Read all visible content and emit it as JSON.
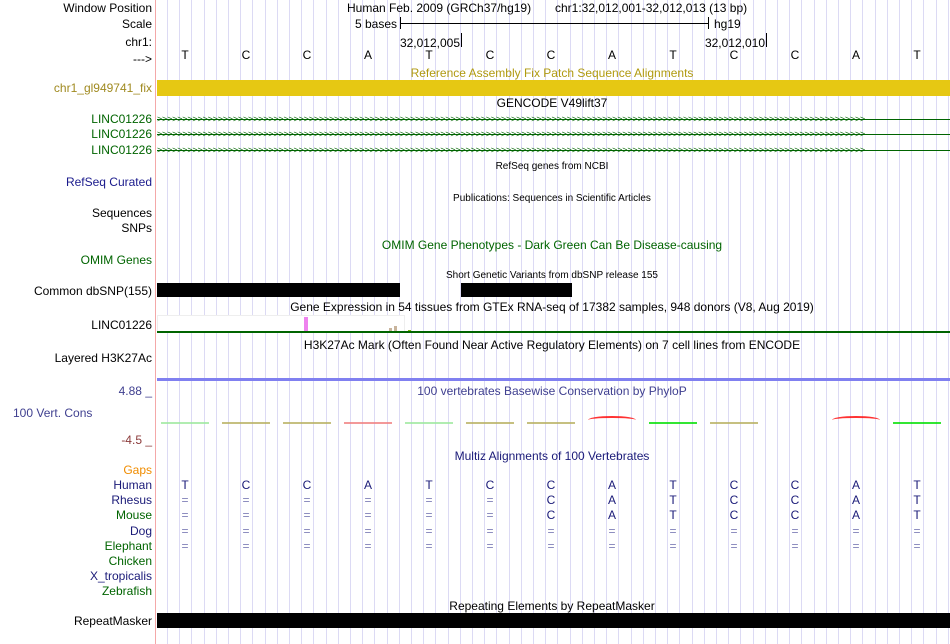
{
  "header": {
    "window_position_label": "Window Position",
    "assembly": "Human Feb. 2009 (GRCh37/hg19)",
    "position": "chr1:32,012,001-32,012,013 (13 bp)",
    "scale_label": "Scale",
    "scale_text": "5 bases",
    "scale_db": "hg19",
    "chrom_label": "chr1:",
    "coord_ticks": [
      "32,012,005",
      "32,012,010"
    ],
    "strand_label": "--->"
  },
  "sequence": [
    "T",
    "C",
    "C",
    "A",
    "T",
    "C",
    "C",
    "A",
    "T",
    "C",
    "C",
    "A",
    "T"
  ],
  "tracks": {
    "fix_patch": {
      "title": "Reference Assembly Fix Patch Sequence Alignments",
      "label": "chr1_gl949741_fix",
      "color": "#e6c813"
    },
    "gencode": {
      "title": "GENCODE V49lift37",
      "items": [
        "LINC01226",
        "LINC01226",
        "LINC01226"
      ]
    },
    "refseq": {
      "title": "RefSeq genes from NCBI",
      "label": "RefSeq Curated"
    },
    "publications": {
      "title": "Publications: Sequences in Scientific Articles",
      "label_1": "Sequences",
      "label_2": "SNPs"
    },
    "omim": {
      "title": "OMIM Gene Phenotypes - Dark Green Can Be Disease-causing",
      "label": "OMIM Genes"
    },
    "dbsnp": {
      "title": "Short Genetic Variants from dbSNP release 155",
      "label": "Common dbSNP(155)"
    },
    "gtex": {
      "title": "Gene Expression in 54 tissues from GTEx RNA-seq of 17382 samples, 948 donors (V8, Aug 2019)",
      "label": "LINC01226"
    },
    "h3k27ac": {
      "title": "H3K27Ac Mark (Often Found Near Active Regulatory Elements) on 7 cell lines from ENCODE",
      "label": "Layered H3K27Ac"
    },
    "phylop": {
      "title": "100 vertebrates Basewise Conservation by PhyloP",
      "label": "100 Vert. Cons",
      "max": "4.88 _",
      "min": "-4.5 _"
    },
    "multiz": {
      "title": "Multiz Alignments of 100 Vertebrates",
      "gaps_label": "Gaps",
      "species": [
        {
          "name": "Human",
          "color": "#1a1a78",
          "bases": [
            "T",
            "C",
            "C",
            "A",
            "T",
            "C",
            "C",
            "A",
            "T",
            "C",
            "C",
            "A",
            "T"
          ]
        },
        {
          "name": "Rhesus",
          "color": "#1a1a78",
          "bases": [
            "=",
            "=",
            "=",
            "=",
            "=",
            "=",
            "C",
            "A",
            "T",
            "C",
            "C",
            "A",
            "T"
          ]
        },
        {
          "name": "Mouse",
          "color": "#006400",
          "bases": [
            "=",
            "=",
            "=",
            "=",
            "=",
            "=",
            "C",
            "A",
            "T",
            "C",
            "C",
            "A",
            "T"
          ]
        },
        {
          "name": "Dog",
          "color": "#1a1a78",
          "bases": [
            "=",
            "=",
            "=",
            "=",
            "=",
            "=",
            "=",
            "=",
            "=",
            "=",
            "=",
            "=",
            "="
          ]
        },
        {
          "name": "Elephant",
          "color": "#006400",
          "bases": [
            "=",
            "=",
            "=",
            "=",
            "=",
            "=",
            "=",
            "=",
            "=",
            "=",
            "=",
            "=",
            "="
          ]
        },
        {
          "name": "Chicken",
          "color": "#006400",
          "bases": []
        },
        {
          "name": "X_tropicalis",
          "color": "#1a1a78",
          "bases": []
        },
        {
          "name": "Zebrafish",
          "color": "#006400",
          "bases": []
        }
      ]
    },
    "repeatmasker": {
      "title": "Repeating Elements by RepeatMasker",
      "label": "RepeatMasker"
    }
  }
}
